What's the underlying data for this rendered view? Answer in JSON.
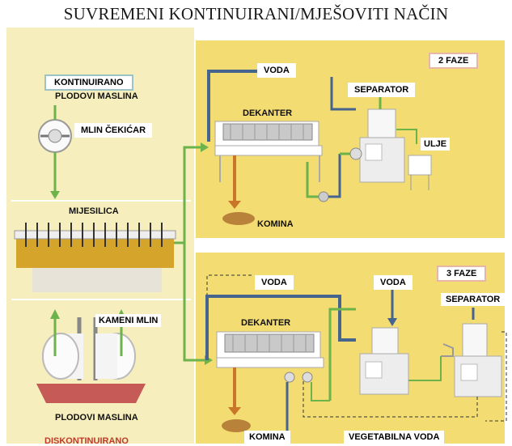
{
  "title": "SUVREMENI KONTINUIRANI/MJEŠOVITI NAČIN",
  "left": {
    "kontinuirano": "KONTINUIRANO",
    "plodovi_top": "PLODOVI MASLINA",
    "mlin_cekicar": "MLIN ČEKIĆAR",
    "mijesilica": "MIJESILICA",
    "kameni_mlin": "KAMENI MLIN",
    "plodovi_bottom": "PLODOVI MASLINA",
    "diskontinuirano": "DISKONTINUIRANO"
  },
  "top_panel": {
    "tag": "2 FAZE",
    "voda": "VODA",
    "separator": "SEPARATOR",
    "dekanter": "DEKANTER",
    "ulje": "ULJE",
    "komina": "KOMINA"
  },
  "bottom_panel": {
    "tag": "3 FAZE",
    "voda_left": "VODA",
    "voda_right": "VODA",
    "separator": "SEPARATOR",
    "dekanter": "DEKANTER",
    "komina": "KOMINA",
    "vegetabilna_voda": "VEGETABILNA VODA"
  }
}
